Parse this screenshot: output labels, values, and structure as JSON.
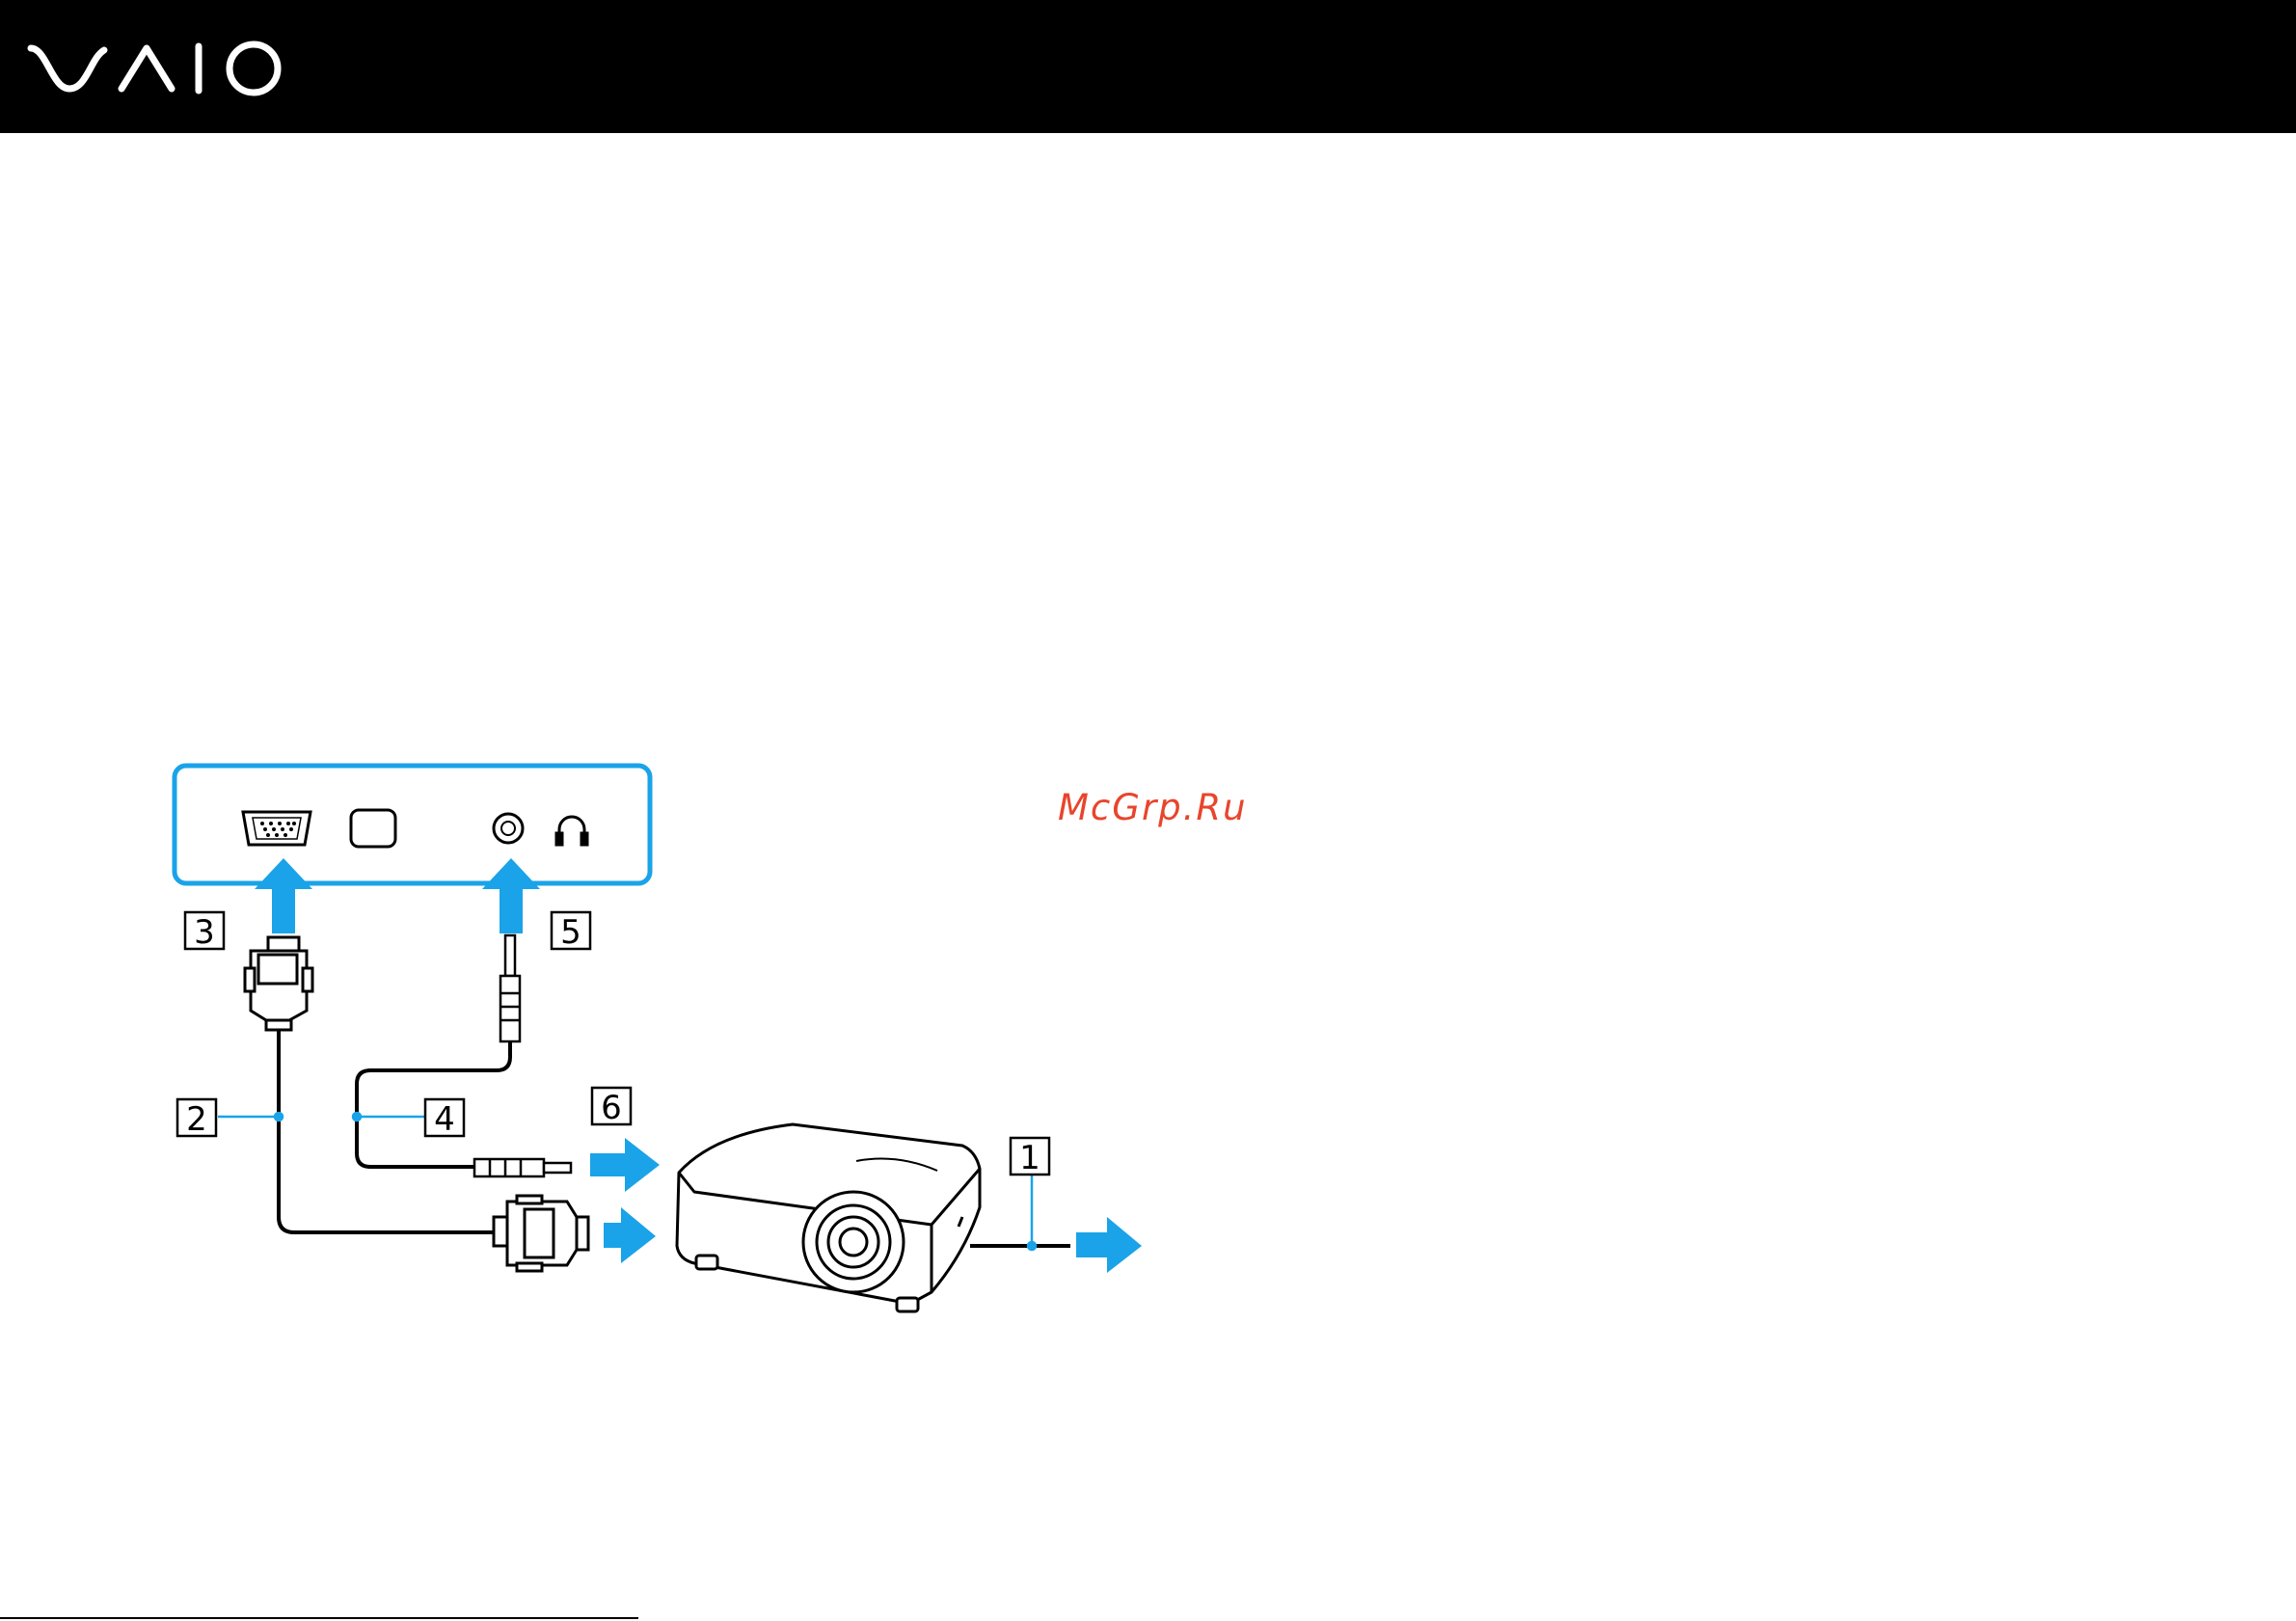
{
  "brand": {
    "logo_icon": "vaio-logo-icon",
    "header_color": "#000000"
  },
  "watermark": {
    "text": "McGrp.Ru",
    "color": "#e8452c"
  },
  "diagram": {
    "accent_color": "#1aa3e8",
    "callouts": [
      {
        "id": "1",
        "label": "1"
      },
      {
        "id": "2",
        "label": "2"
      },
      {
        "id": "3",
        "label": "3"
      },
      {
        "id": "4",
        "label": "4"
      },
      {
        "id": "5",
        "label": "5"
      },
      {
        "id": "6",
        "label": "6"
      }
    ],
    "icons": [
      "vga-port-icon",
      "hdmi-port-icon",
      "audio-jack-icon",
      "headphone-icon",
      "vga-connector-icon",
      "audio-plug-icon",
      "projector-icon",
      "arrow-icon"
    ]
  }
}
